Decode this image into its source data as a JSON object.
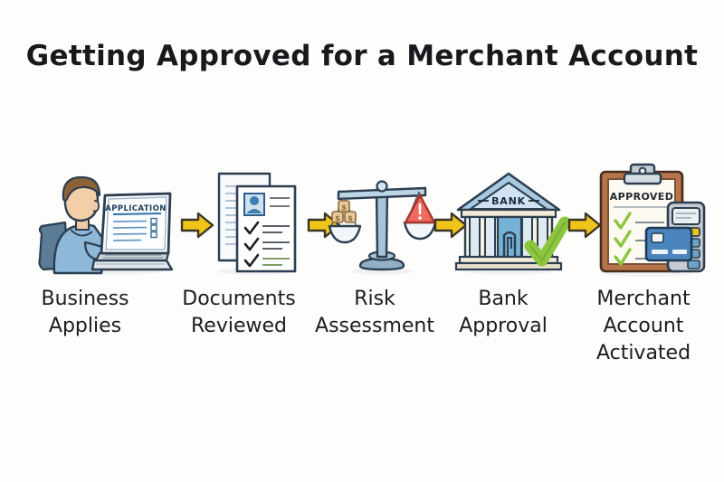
{
  "title": "Getting Approved for a Merchant Account",
  "colors": {
    "background": "#fdfdfc",
    "title_text": "#17191c",
    "caption_text": "#1b1d20",
    "arrow_fill": "#f0c419",
    "arrow_outline": "#3a3526",
    "outline": "#2c3e50",
    "accent_blue": "#4a86bd",
    "check_green": "#8cc63f",
    "warning_red": "#ef6a60",
    "money_tan": "#e8c89a",
    "clipboard_brown": "#b5744a"
  },
  "steps": [
    {
      "index": 1,
      "caption": [
        "Business",
        "Applies"
      ],
      "icon": "person-at-laptop-icon",
      "screen_heading": "APPLICATION"
    },
    {
      "index": 2,
      "caption": [
        "Documents",
        "Reviewed"
      ],
      "icon": "stacked-documents-checklist-icon"
    },
    {
      "index": 3,
      "caption": [
        "Risk",
        "Assessment"
      ],
      "icon": "balance-scales-icon"
    },
    {
      "index": 4,
      "caption": [
        "Bank",
        "Approval"
      ],
      "icon": "bank-building-icon",
      "building_label": "BANK"
    },
    {
      "index": 5,
      "caption": [
        "Merchant",
        "Account",
        "Activated"
      ],
      "icon": "clipboard-card-terminal-icon",
      "clipboard_label": "APPROVED"
    }
  ],
  "arrows": [
    {
      "name": "flow-arrow-1",
      "direction": "right"
    },
    {
      "name": "flow-arrow-2",
      "direction": "right"
    },
    {
      "name": "flow-arrow-3",
      "direction": "right"
    },
    {
      "name": "flow-arrow-4",
      "direction": "right"
    }
  ]
}
